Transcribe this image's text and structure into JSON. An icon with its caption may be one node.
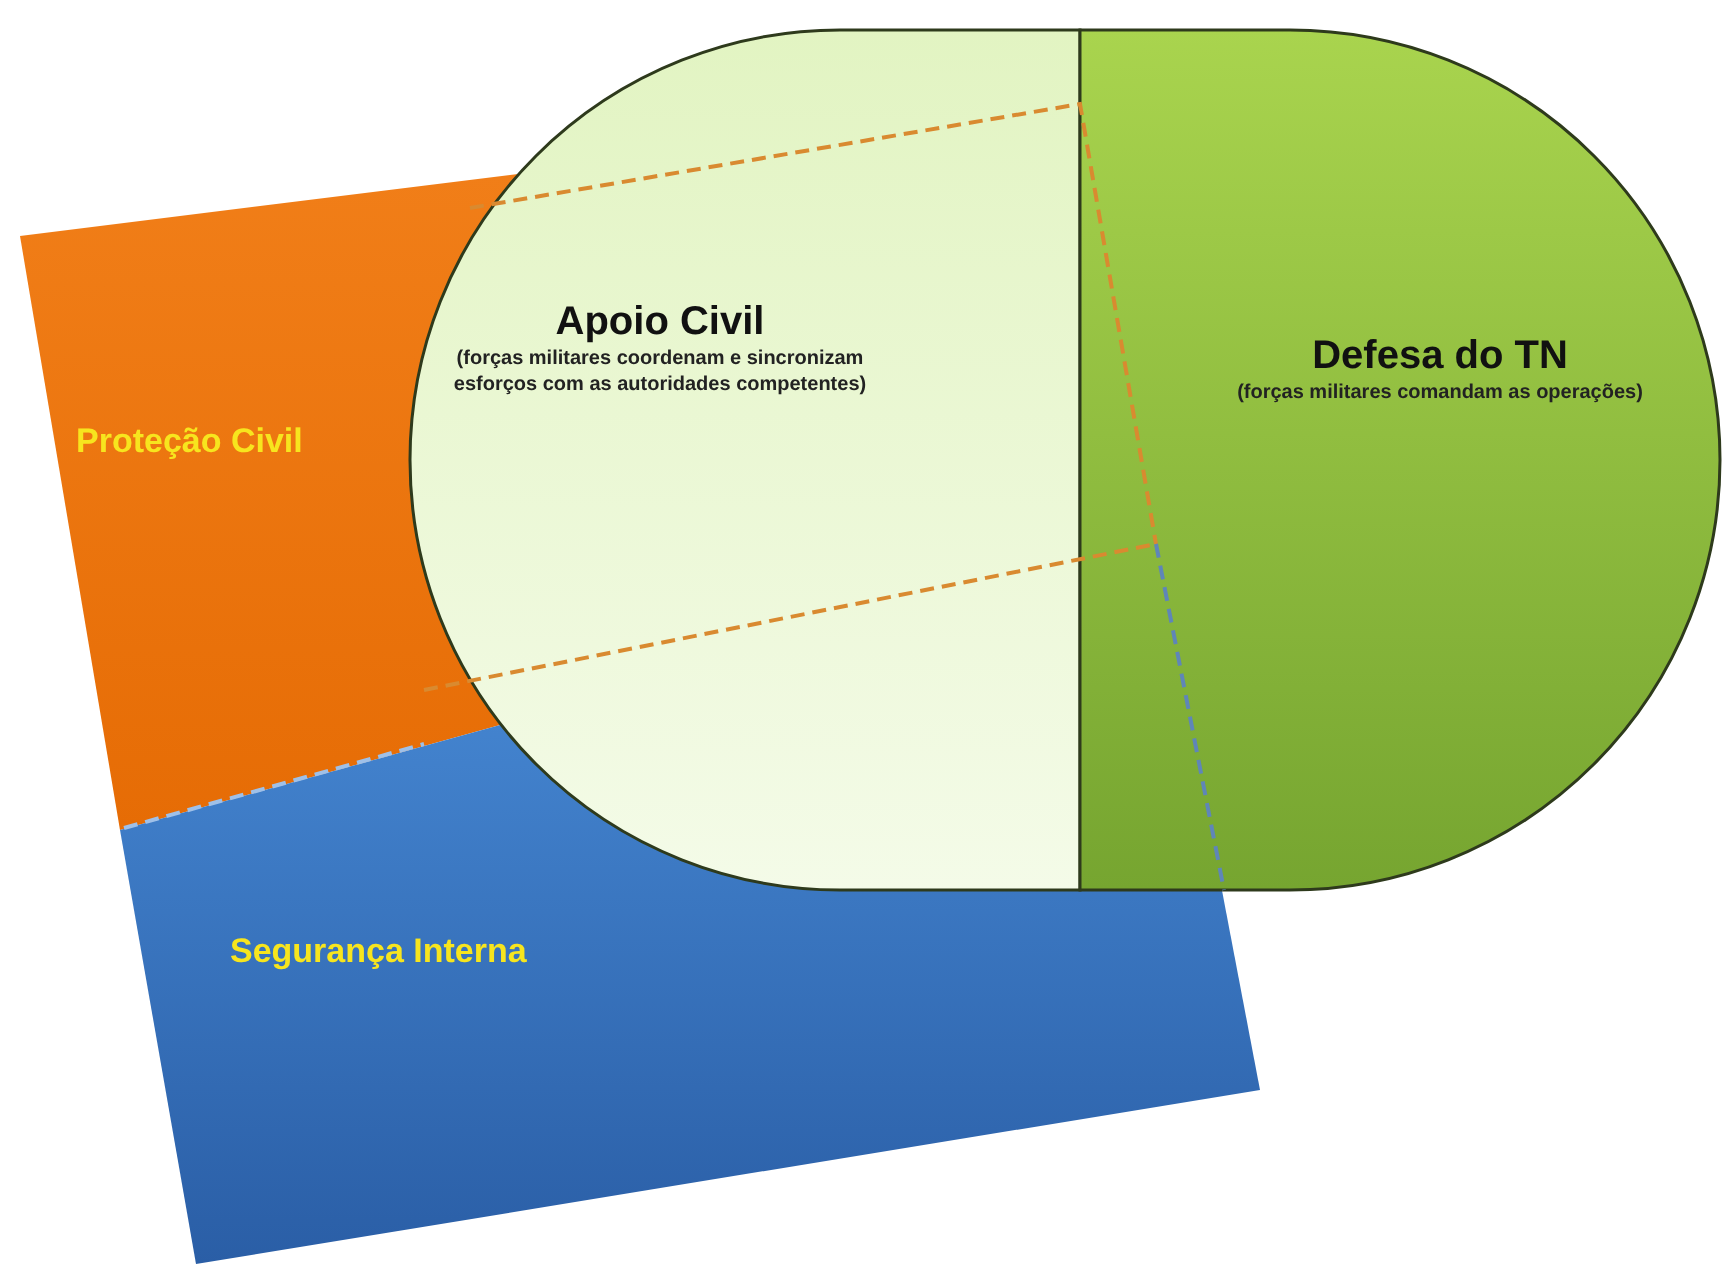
{
  "diagram": {
    "nodes": [
      {
        "text": [
          "Proteção Civil"
        ]
      },
      {
        "text": [
          "Segurança Interna"
        ]
      },
      {
        "text": [
          "Apoio Civil",
          "(forças militares coordenam e sincronizam esforços com as autoridades competentes)"
        ]
      },
      {
        "text": [
          "Defesa do TN",
          "(forças militares comandam as operações)"
        ]
      }
    ]
  }
}
